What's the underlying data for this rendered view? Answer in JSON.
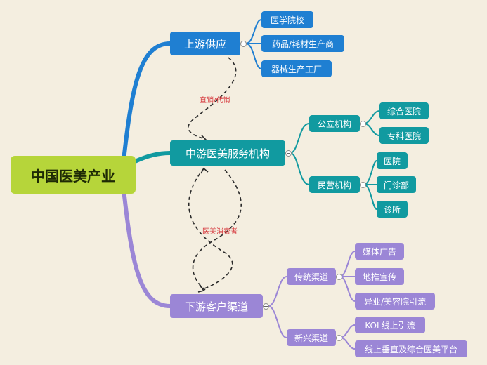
{
  "root": {
    "label": "中国医美产业"
  },
  "upstream": {
    "label": "上游供应",
    "children": [
      "医学院校",
      "药品/耗材生产商",
      "器械生产工厂"
    ]
  },
  "midstream": {
    "label": "中游医美服务机构",
    "public": {
      "label": "公立机构",
      "children": [
        "综合医院",
        "专科医院"
      ]
    },
    "private": {
      "label": "民营机构",
      "children": [
        "医院",
        "门诊部",
        "诊所"
      ]
    }
  },
  "downstream": {
    "label": "下游客户渠道",
    "traditional": {
      "label": "传统渠道",
      "children": [
        "媒体广告",
        "地推宣传",
        "异业/美容院引流"
      ]
    },
    "emerging": {
      "label": "新兴渠道",
      "children": [
        "KOL线上引流",
        "线上垂直及综合医美平台"
      ]
    }
  },
  "relations": {
    "up_mid": "直销/代销",
    "mid_down": "医美消费者"
  },
  "colors": {
    "root": "#b6d53a",
    "upstream": "#1f7fd2",
    "midstream": "#119aa0",
    "downstream": "#9b86d6",
    "relation_text": "#d6363b",
    "background": "#f4eee0"
  }
}
